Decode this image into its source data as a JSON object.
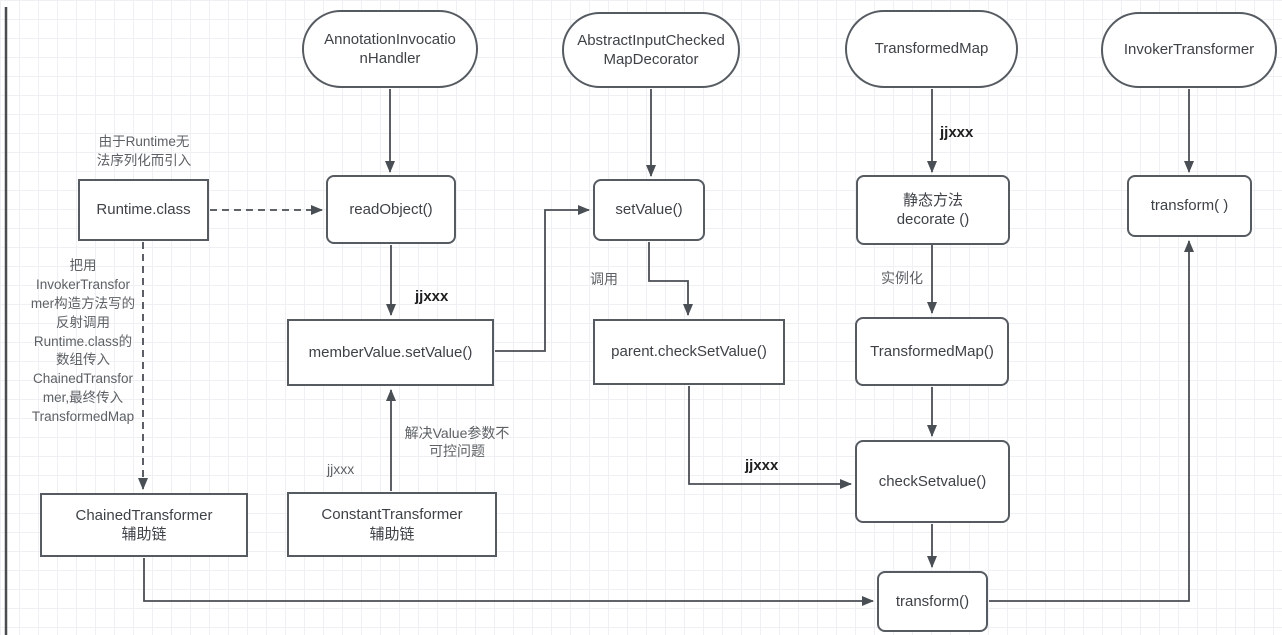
{
  "diagram": {
    "classes": {
      "annotation_invocation_handler": "AnnotationInvocatio\nnHandler",
      "abstract_input_checked_map_decorator": "AbstractInputChecked\nMapDecorator",
      "transformed_map": "TransformedMap",
      "invoker_transformer": "InvokerTransformer"
    },
    "nodes": {
      "runtime_class": "Runtime.class",
      "read_object": "readObject()",
      "set_value": "setValue()",
      "decorate": "静态方法\ndecorate ()",
      "transform_invoker": "transform( )",
      "member_value_set_value": "memberValue.setValue()",
      "parent_check_set_value": "parent.checkSetValue()",
      "transformed_map_ctor": "TransformedMap()",
      "chained_transformer": "ChainedTransformer\n辅助链",
      "constant_transformer": "ConstantTransformer\n辅助链",
      "check_setvalue": "checkSetvalue()",
      "transform_bottom": "transform()"
    },
    "edge_labels": {
      "jjxxx_read_object": "jjxxx",
      "jjxxx_decorate": "jjxxx",
      "jjxxx_check_setvalue": "jjxxx",
      "jjxxx_constant": "jjxxx",
      "call": "调用",
      "instantiate": "实例化",
      "solve_value": "解决Value参数不\n可控问题"
    },
    "notes": {
      "runtime_note": "由于Runtime无\n法序列化而引入",
      "left_note": "把用\nInvokerTransfor\nmer构造方法写的\n反射调用\nRuntime.class的\n数组传入\nChainedTransfor\nmer,最终传入\nTransformedMap"
    },
    "colors": {
      "node_border": "#565b62",
      "node_text": "#3e4247",
      "edge_stroke": "#4a4f55",
      "note_text": "#5d6165",
      "grid_line": "#eef0f3",
      "background": "#ffffff"
    }
  }
}
